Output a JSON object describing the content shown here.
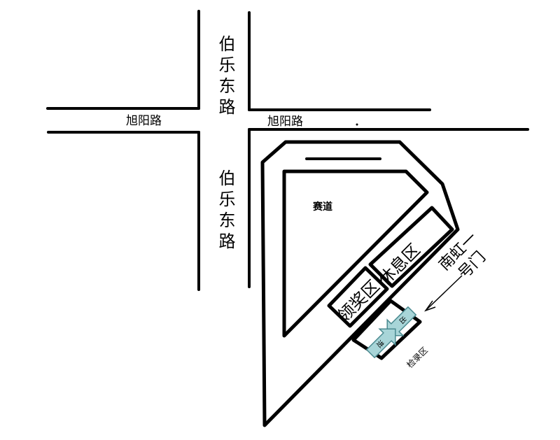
{
  "roads": {
    "north_south": "伯乐东路",
    "east_west_left": "旭阳路",
    "east_west_right": "旭阳路"
  },
  "zones": {
    "race_track": "赛道",
    "rest_area": "休息区",
    "award_area": "领奖区",
    "checkin_area": "检录区",
    "entrance_arrow": "进",
    "exit_arrow": "出"
  },
  "gate": {
    "line1": "南虹一",
    "line2": "号门"
  },
  "colors": {
    "arrow_fill": "#a8d5d8",
    "arrow_stroke": "#4a8a90",
    "line": "#000000"
  }
}
